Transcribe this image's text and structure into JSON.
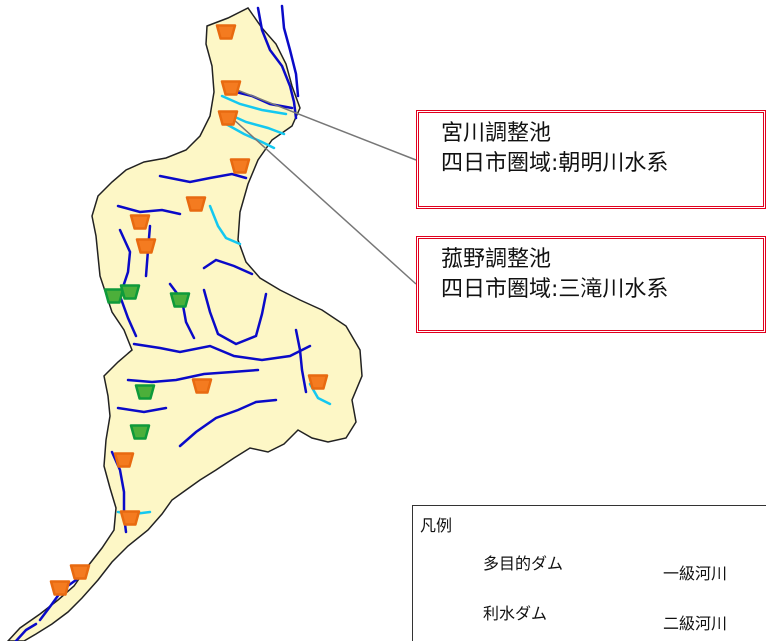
{
  "callouts": [
    {
      "name": "宮川調整池",
      "detail": "四日市圏域:朝明川水系"
    },
    {
      "name": "菰野調整池",
      "detail": "四日市圏域:三滝川水系"
    }
  ],
  "legend": {
    "title": "凡例",
    "multipurpose_dam": "多目的ダム",
    "water_use_dam": "利水ダム",
    "class1_river": "一級河川",
    "class2_river": "二級河川"
  },
  "colors": {
    "land": "#fdf7c6",
    "class1_river": "#0a0ac8",
    "class2_river": "#14c8f0",
    "multipurpose_dam": "#4caf3a",
    "water_use_dam": "#f47b20",
    "callout_border": "#e0001e"
  },
  "dams": {
    "multipurpose": [
      {
        "id": "m1"
      },
      {
        "id": "m2"
      },
      {
        "id": "m3"
      },
      {
        "id": "m4"
      },
      {
        "id": "m5"
      }
    ],
    "water_use": [
      {
        "id": "w1"
      },
      {
        "id": "w2"
      },
      {
        "id": "w3"
      },
      {
        "id": "w4"
      },
      {
        "id": "w5"
      },
      {
        "id": "w6"
      },
      {
        "id": "w7"
      },
      {
        "id": "w8"
      },
      {
        "id": "w9"
      },
      {
        "id": "w10"
      },
      {
        "id": "w11"
      },
      {
        "id": "w12"
      },
      {
        "id": "w13"
      }
    ]
  }
}
